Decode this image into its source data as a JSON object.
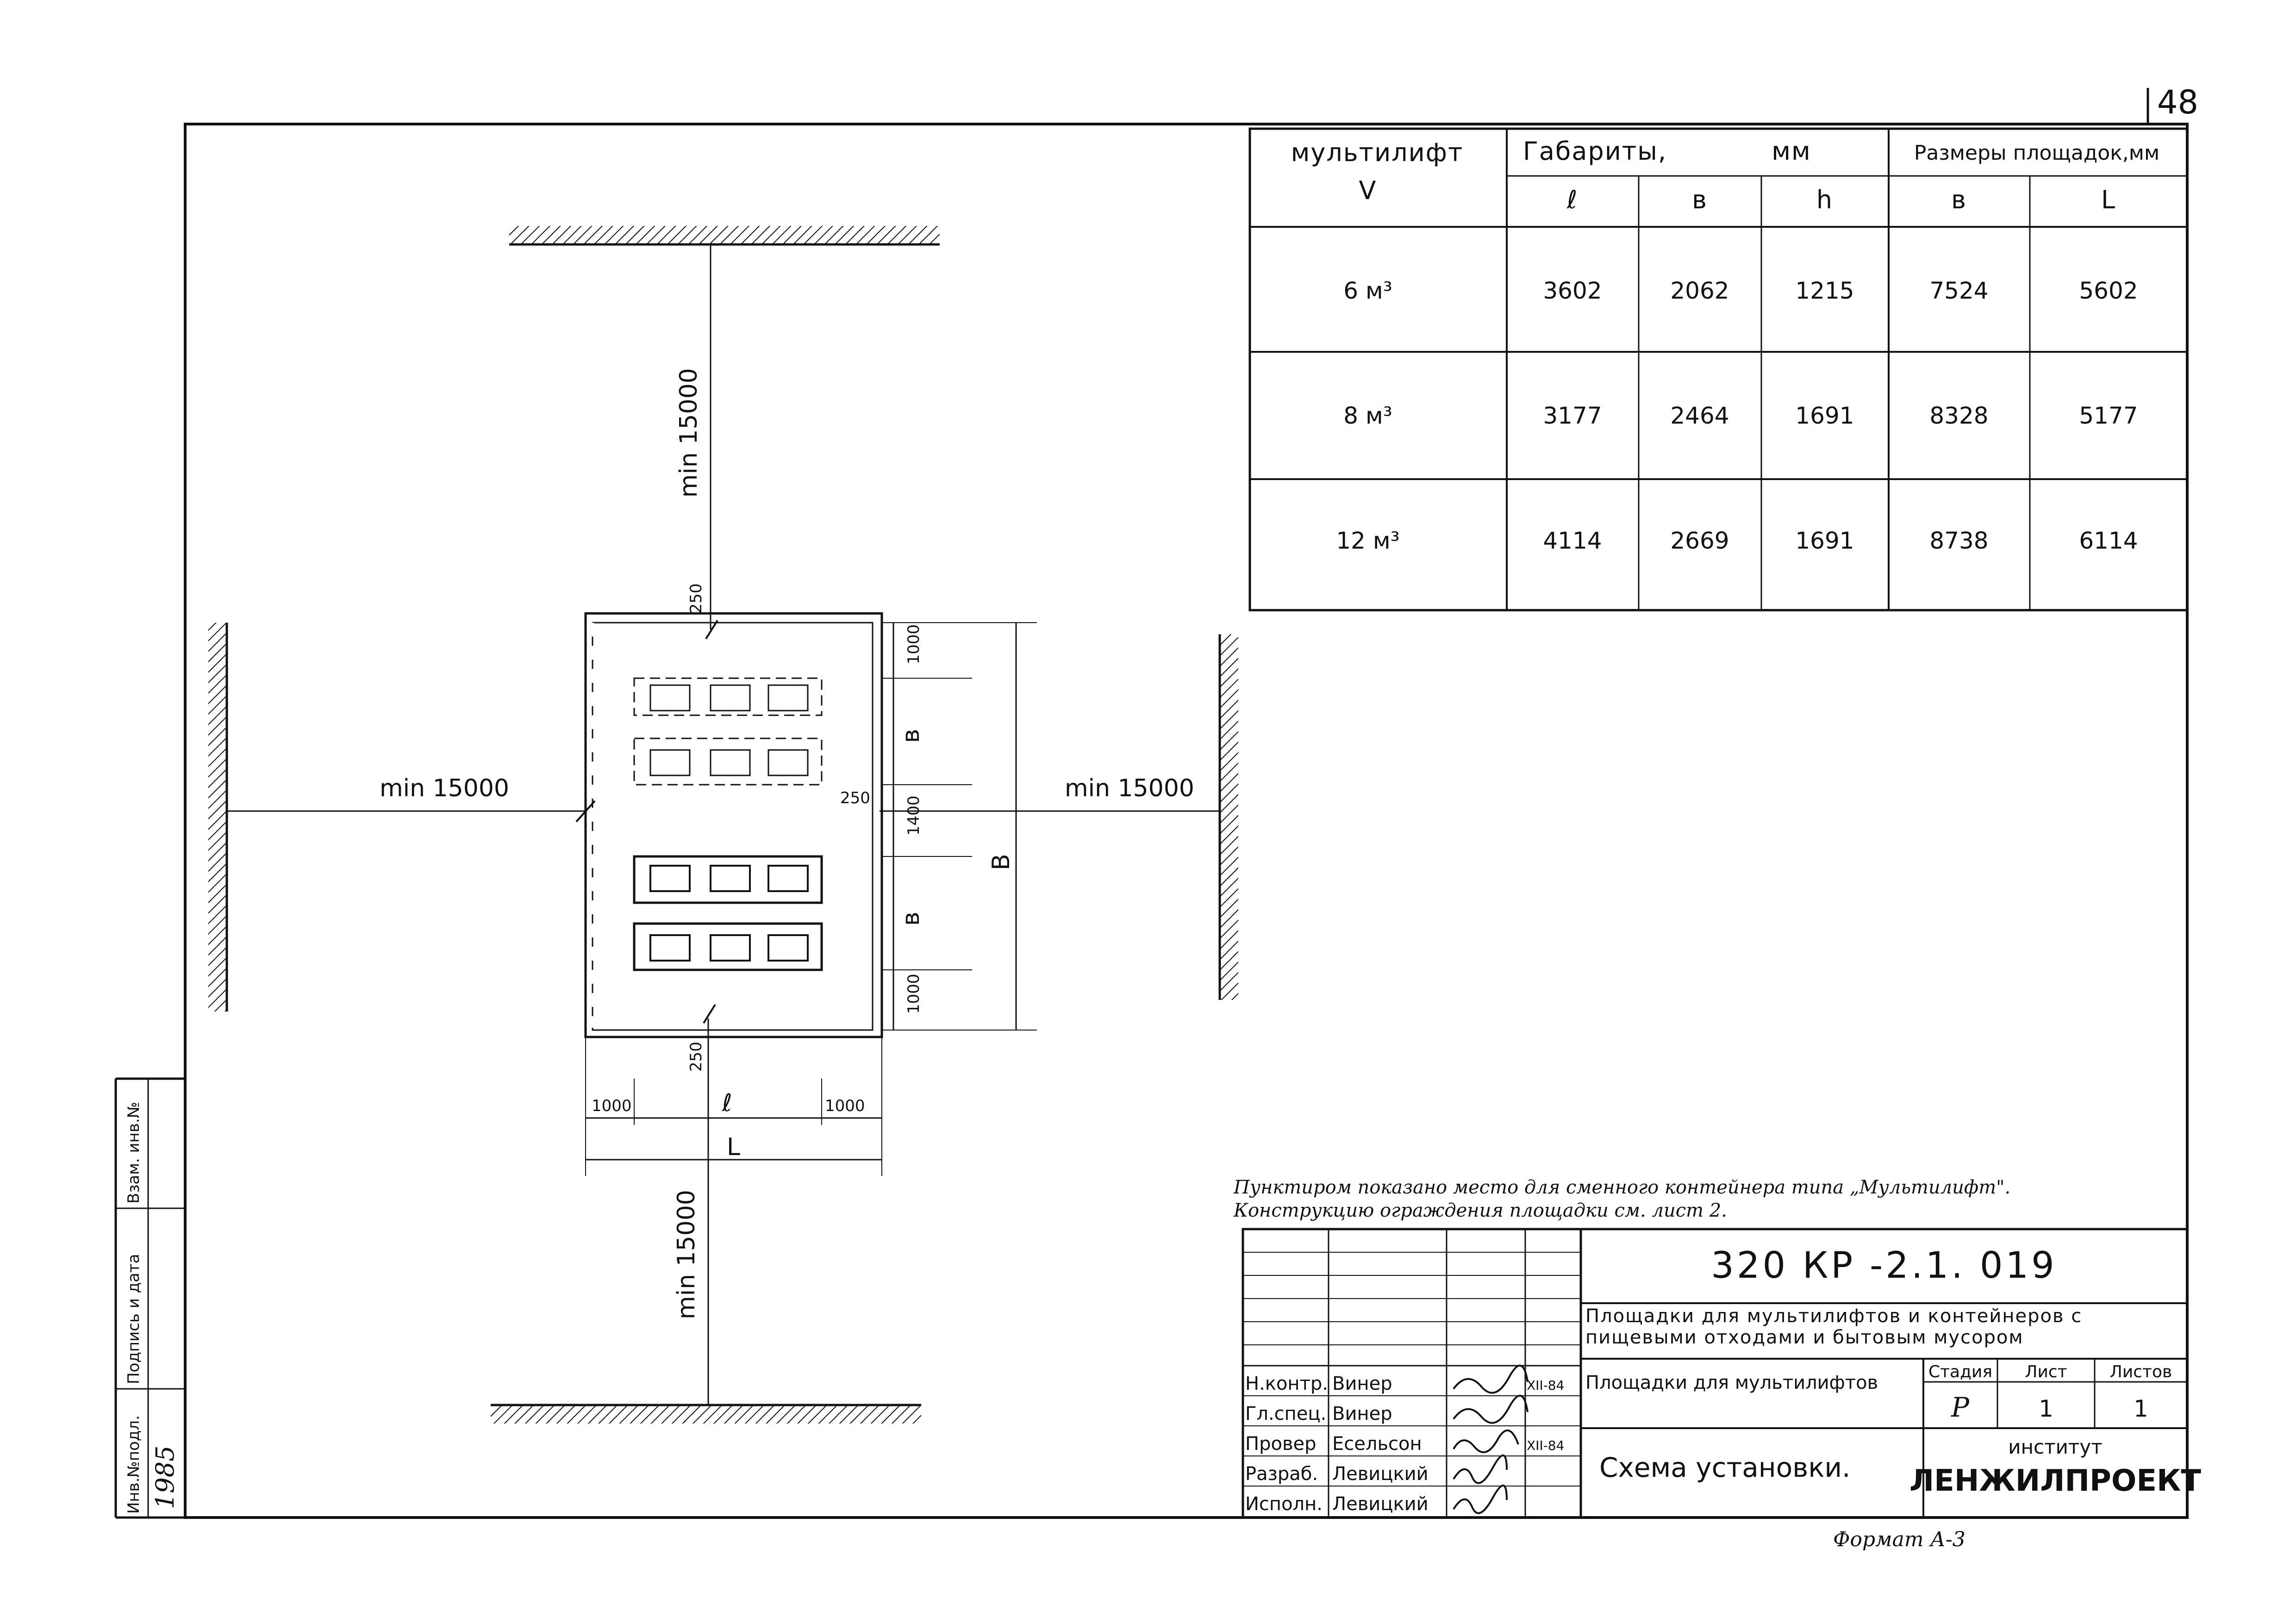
{
  "sheet": {
    "number": "48",
    "format_note": "Формат А-3"
  },
  "table": {
    "headers": {
      "multilift": "мультилифт",
      "volume": "V",
      "gabarity": "Габариты,",
      "gabarity_unit": "мм",
      "ploshchadki": "Размеры площадок,мм",
      "l": "ℓ",
      "b": "в",
      "h": "h",
      "pB": "в",
      "pL": "L"
    },
    "rows": [
      {
        "v": "6 м³",
        "l": "3602",
        "b": "2062",
        "h": "1215",
        "pb": "7524",
        "pl": "5602"
      },
      {
        "v": "8 м³",
        "l": "3177",
        "b": "2464",
        "h": "1691",
        "pb": "8328",
        "pl": "5177"
      },
      {
        "v": "12 м³",
        "l": "4114",
        "b": "2669",
        "h": "1691",
        "pb": "8738",
        "pl": "6114"
      }
    ]
  },
  "plan": {
    "min_top": "min 15000",
    "min_left": "min 15000",
    "min_right": "min 15000",
    "min_bottom": "min 15000",
    "gap_top": "250",
    "gap_right": "250",
    "gap_bottom": "250",
    "dims_right": [
      "1000",
      "в",
      "1400",
      "в",
      "1000"
    ],
    "dim_B": "В",
    "dims_bottom": [
      "1000",
      "ℓ",
      "1000"
    ],
    "dim_L": "L"
  },
  "notes": {
    "line1": "Пунктиром показано место для сменного контейнера типа „Мультилифт\".",
    "line2": "Конструкцию ограждения площадки см. лист 2."
  },
  "stamp": {
    "code": "320  КР -2.1. 019",
    "project_title": "Площадки для мультилифтов и контейнеров с пищевыми отходами и бытовым мусором",
    "object": "Площадки для мультилифтов",
    "sheet_title": "Схема установки.",
    "stage_label": "Стадия",
    "sheet_label": "Лист",
    "sheets_label": "Листов",
    "stage": "Р",
    "sheet": "1",
    "sheets": "1",
    "institute_label": "институт",
    "institute": "ЛЕНЖИЛПРОЕКТ",
    "people": [
      {
        "role": "Н.контр.",
        "name": "Винер",
        "date": "XII-84"
      },
      {
        "role": "Гл.спец.",
        "name": "Винер",
        "date": ""
      },
      {
        "role": "Провер",
        "name": "Есельсон",
        "date": "XII-84"
      },
      {
        "role": "Разраб.",
        "name": "Левицкий",
        "date": ""
      },
      {
        "role": "Исполн.",
        "name": "Левицкий",
        "date": ""
      }
    ]
  },
  "side_stamp": {
    "inv_podl": "Инв.№подл.",
    "podpis": "Подпись и дата",
    "vzam": "Взам. инв.№",
    "inv_value": "1985"
  }
}
